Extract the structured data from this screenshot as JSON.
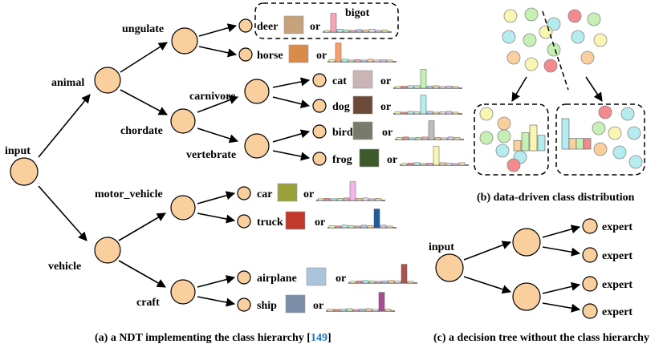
{
  "panel_a": {
    "root": "input",
    "groups": [
      "animal",
      "vehicle"
    ],
    "subgroups": [
      "ungulate",
      "chordate",
      "motor_vehicle",
      "craft"
    ],
    "subsub": [
      "carnivore",
      "vertebrate"
    ],
    "leaves": [
      {
        "label": "deer",
        "bars": [
          8,
          90,
          14,
          10,
          8,
          12,
          10,
          14,
          8,
          10
        ],
        "peak": 1,
        "color": "#f4a6b8"
      },
      {
        "label": "horse",
        "bars": [
          10,
          90,
          12,
          8,
          10,
          8,
          12,
          8,
          10,
          8
        ],
        "peak": 1,
        "color": "#f7a06a"
      },
      {
        "label": "cat",
        "bars": [
          8,
          10,
          12,
          12,
          90,
          10,
          12,
          8,
          10,
          8
        ],
        "peak": 4,
        "color": "#c6efb5"
      },
      {
        "label": "dog",
        "bars": [
          10,
          8,
          12,
          10,
          90,
          12,
          8,
          10,
          12,
          8
        ],
        "peak": 4,
        "color": "#b5ecef"
      },
      {
        "label": "bird",
        "bars": [
          10,
          12,
          8,
          10,
          12,
          90,
          10,
          8,
          12,
          10
        ],
        "peak": 5,
        "color": "#bdbdbd"
      },
      {
        "label": "frog",
        "bars": [
          8,
          10,
          12,
          8,
          10,
          90,
          12,
          10,
          8,
          12
        ],
        "peak": 5,
        "color": "#f9f6b4"
      },
      {
        "label": "car",
        "bars": [
          8,
          10,
          8,
          10,
          12,
          90,
          10,
          12,
          8,
          10
        ],
        "peak": 5,
        "color": "#f4b6ec"
      },
      {
        "label": "truck",
        "bars": [
          10,
          8,
          12,
          10,
          8,
          12,
          10,
          90,
          12,
          8
        ],
        "peak": 7,
        "color": "#1f5c9e"
      },
      {
        "label": "airplane",
        "bars": [
          8,
          10,
          12,
          10,
          8,
          10,
          12,
          10,
          90,
          8
        ],
        "peak": 8,
        "color": "#a7554f"
      },
      {
        "label": "ship",
        "bars": [
          10,
          8,
          10,
          12,
          8,
          10,
          12,
          8,
          90,
          10
        ],
        "peak": 8,
        "color": "#a54f93"
      }
    ],
    "or_word": "or",
    "bigot_label": "bigot",
    "caption_text": "(a) a NDT implementing the class hierarchy [",
    "caption_ref": "149",
    "caption_end": "]"
  },
  "panel_b": {
    "caption": "(b) data-driven class distribution",
    "dot_colors": [
      "#f9f6b4",
      "#c6efb5",
      "#b5ecef",
      "#f28a8e",
      "#f9cf9d"
    ]
  },
  "panel_c": {
    "root": "input",
    "leaf_label": "expert",
    "caption": "(c) a decision tree without the class hierarchy"
  },
  "colors": {
    "node_fill": "#f9cf9d",
    "ref_link": "#1f6fb5"
  }
}
